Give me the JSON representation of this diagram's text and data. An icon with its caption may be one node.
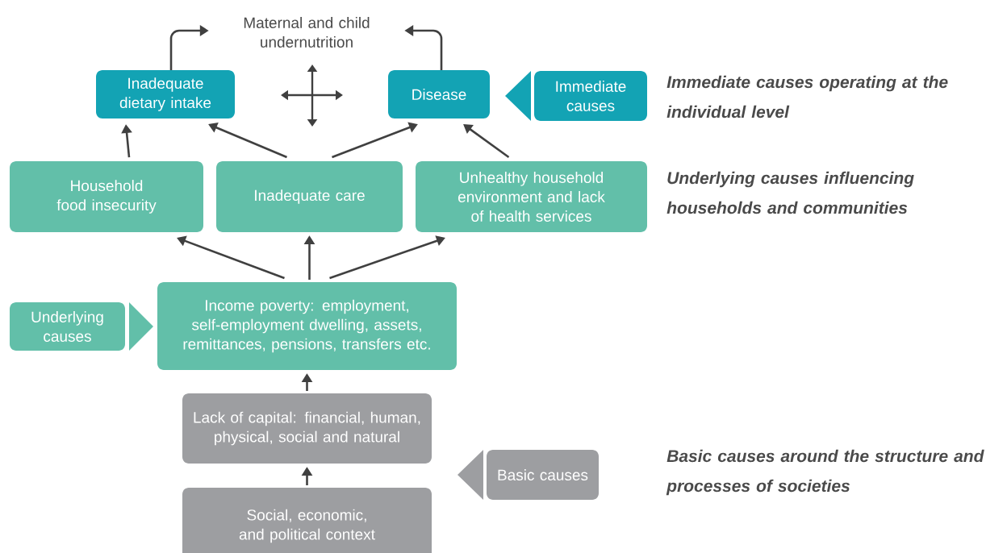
{
  "diagram": {
    "nodes": [
      {
        "text": [
          "Maternal and child undernutrition"
        ]
      },
      {
        "text": [
          "Inadequate dietary intake"
        ]
      },
      {
        "text": [
          "Disease"
        ]
      },
      {
        "text": [
          "Immediate causes"
        ]
      },
      {
        "text": [
          "Household food insecurity"
        ]
      },
      {
        "text": [
          "Inadequate care"
        ]
      },
      {
        "text": [
          "Unhealthy household environment and lack of health services"
        ]
      },
      {
        "text": [
          "Underlying causes"
        ]
      },
      {
        "text": [
          "Income poverty: employment, self-employment dwelling, assets, remittances, pensions, transfers etc."
        ]
      },
      {
        "text": [
          "Lack of capital: financial, human, physical, social and natural"
        ]
      },
      {
        "text": [
          "Basic causes"
        ]
      },
      {
        "text": [
          "Social, economic, and political context"
        ]
      }
    ],
    "edges": [
      {
        "from": 1,
        "to": 0,
        "arrow": "to"
      },
      {
        "from": 2,
        "to": 0,
        "arrow": "to"
      },
      {
        "from": 4,
        "to": 1,
        "arrow": "to"
      },
      {
        "from": 5,
        "to": 1,
        "arrow": "to"
      },
      {
        "from": 5,
        "to": 2,
        "arrow": "to"
      },
      {
        "from": 6,
        "to": 2,
        "arrow": "to"
      },
      {
        "from": 8,
        "to": 4,
        "arrow": "to"
      },
      {
        "from": 8,
        "to": 5,
        "arrow": "to"
      },
      {
        "from": 8,
        "to": 6,
        "arrow": "to"
      },
      {
        "from": 9,
        "to": 8,
        "arrow": "to"
      },
      {
        "from": 11,
        "to": 9,
        "arrow": "to"
      }
    ],
    "labels": [
      "Immediate causes operating at the individual level",
      "Underlying causes influencing households and communities",
      "Basic causes around the structure and processes of societies"
    ]
  }
}
